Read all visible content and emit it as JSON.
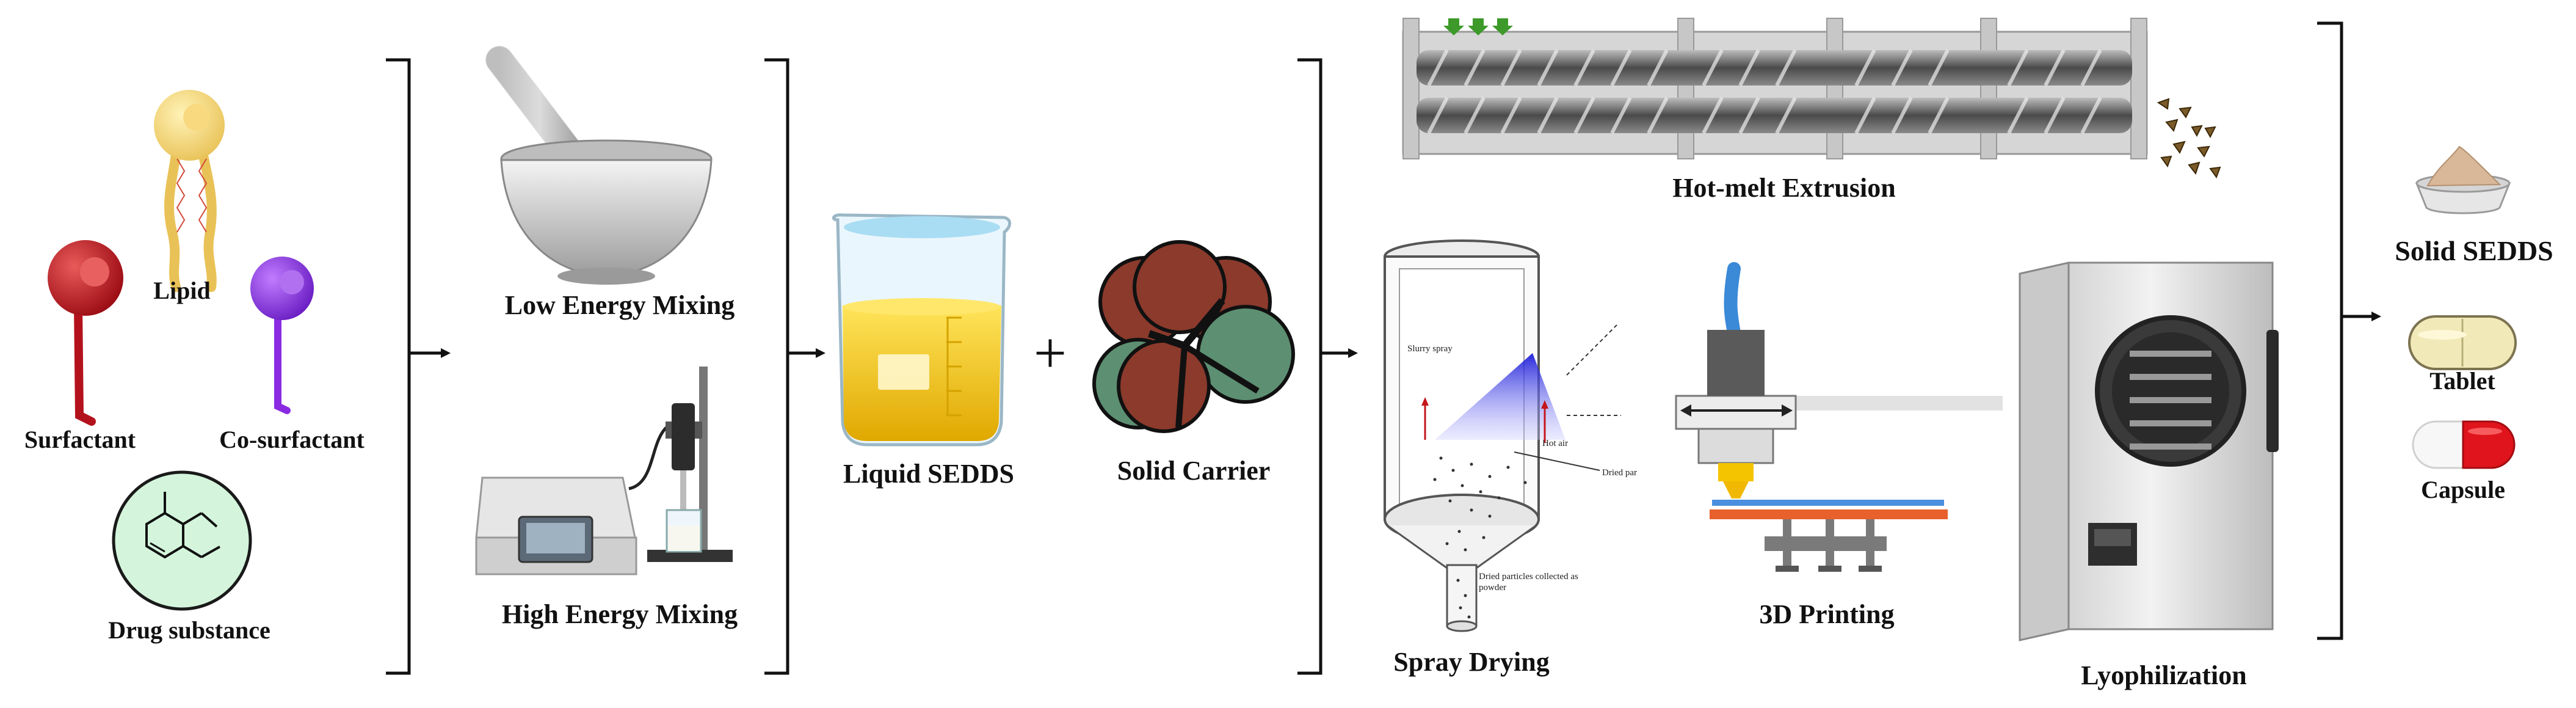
{
  "components": {
    "lipid": "Lipid",
    "surfactant": "Surfactant",
    "co_surfactant": "Co-surfactant",
    "drug_substance": "Drug substance"
  },
  "mixing": {
    "low": "Low Energy Mixing",
    "high": "High Energy Mixing"
  },
  "intermediate": {
    "liquid_sedds": "Liquid SEDDS",
    "plus": "+",
    "solid_carrier": "Solid Carrier"
  },
  "methods": {
    "hot_melt": "Hot-melt Extrusion",
    "spray_drying": "Spray Drying",
    "printing": "3D Printing",
    "lyophilization": "Lyophilization"
  },
  "spray_annotations": {
    "slurry": "Slurry spray",
    "hot_air": "Hot air",
    "dried_particles": "Dried par",
    "collected_line1": "Dried particles collected as",
    "collected_line2": "powder"
  },
  "products": {
    "solid_sedds": "Solid SEDDS",
    "tablet": "Tablet",
    "capsule": "Capsule"
  },
  "colors": {
    "surfactant": "#b3121c",
    "lipid": "#f0cf72",
    "co_surfactant": "#8a2be2",
    "drug_circle": "#d4f5dc",
    "liquid": "#f2c400",
    "carrier_red": "#8b3a2c",
    "carrier_green": "#5d8f72",
    "spray_blue": "#1a1adf",
    "printer_orange": "#e8602c",
    "printer_blue": "#4a8fe0"
  }
}
